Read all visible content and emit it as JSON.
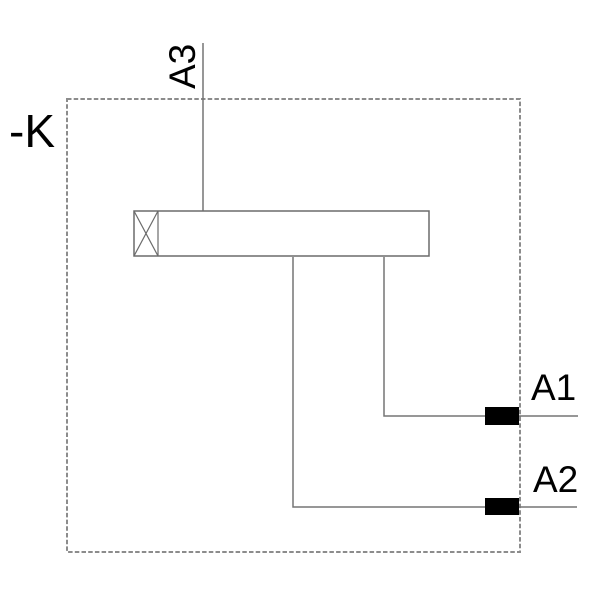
{
  "schematic": {
    "description": "Relay coil wiring schematic with dashed device enclosure",
    "device_tag": "-K",
    "terminals": {
      "a3": "A3",
      "a1": "A1",
      "a2": "A2"
    },
    "colors": {
      "line": "#757575",
      "coil_outline": "#6b6b6b",
      "dashed_border": "#8c8c8c",
      "terminal_fill": "#000000",
      "coil_fill": "#ffffff",
      "text": "#000000",
      "background": "#ffffff"
    }
  }
}
